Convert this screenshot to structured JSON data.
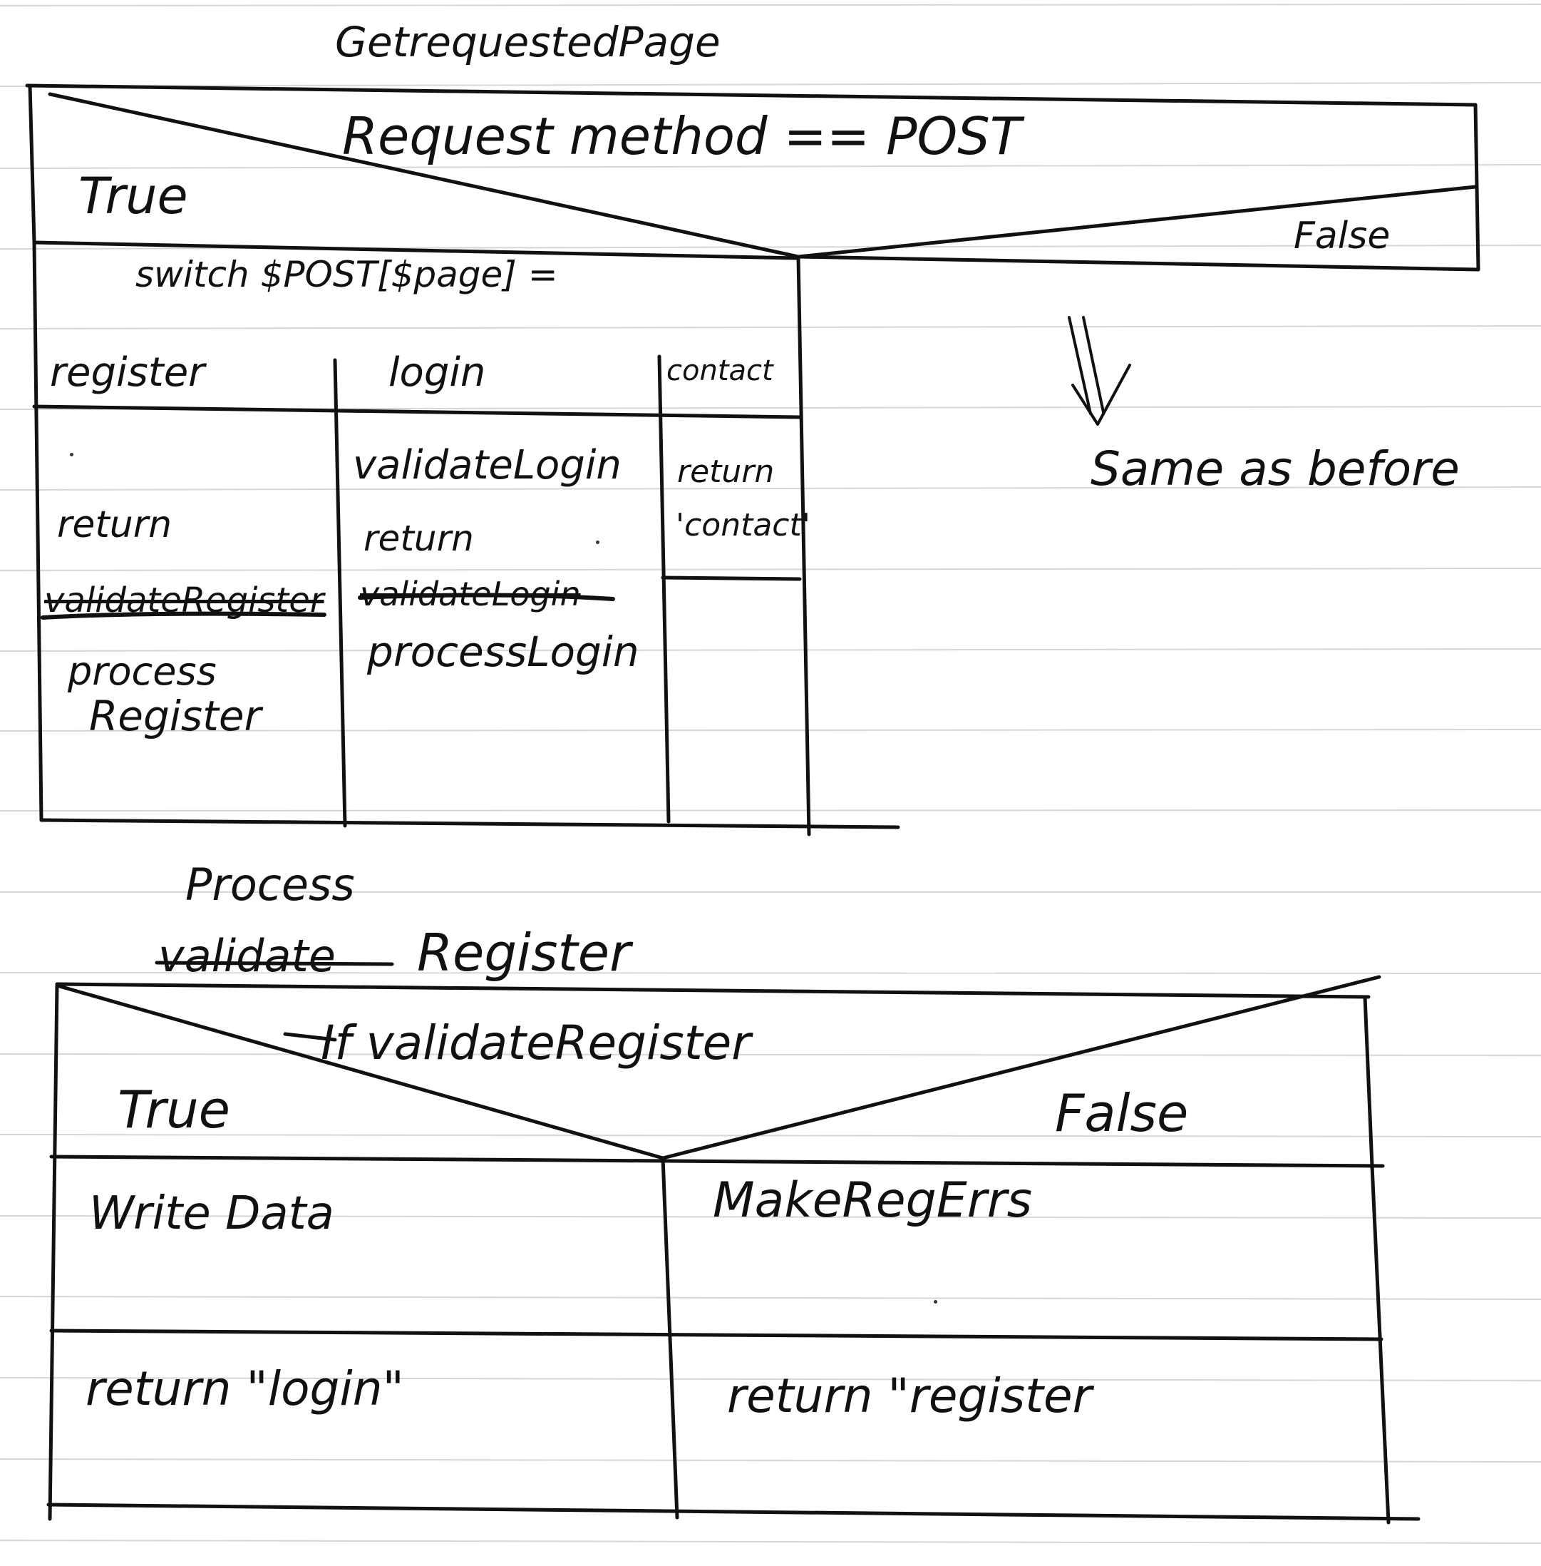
{
  "top_diagram": {
    "title": "GetrequestedPage",
    "condition": "Request method == POST",
    "true_label": "True",
    "false_label": "False",
    "switch_label": "switch $POST[$page] =",
    "cases": [
      {
        "label": "register",
        "lines": [
          "return",
          "validateRegister",
          "process",
          "Register"
        ]
      },
      {
        "label": "login",
        "lines": [
          "validateLogin",
          "return",
          "validateLogin",
          "processLogin"
        ]
      },
      {
        "label": "contact",
        "lines": [
          "return",
          "'contact'"
        ]
      }
    ],
    "false_branch_note": "Same as before"
  },
  "bottom_diagram": {
    "title_line1": "Process",
    "title_struck": "validate",
    "title_line2": "Register",
    "condition": "If validateRegister",
    "true_label": "True",
    "false_label": "False",
    "true_rows": [
      "Write Data",
      "return \"login\""
    ],
    "false_rows": [
      "MakeRegErrs",
      "return \"register"
    ]
  }
}
